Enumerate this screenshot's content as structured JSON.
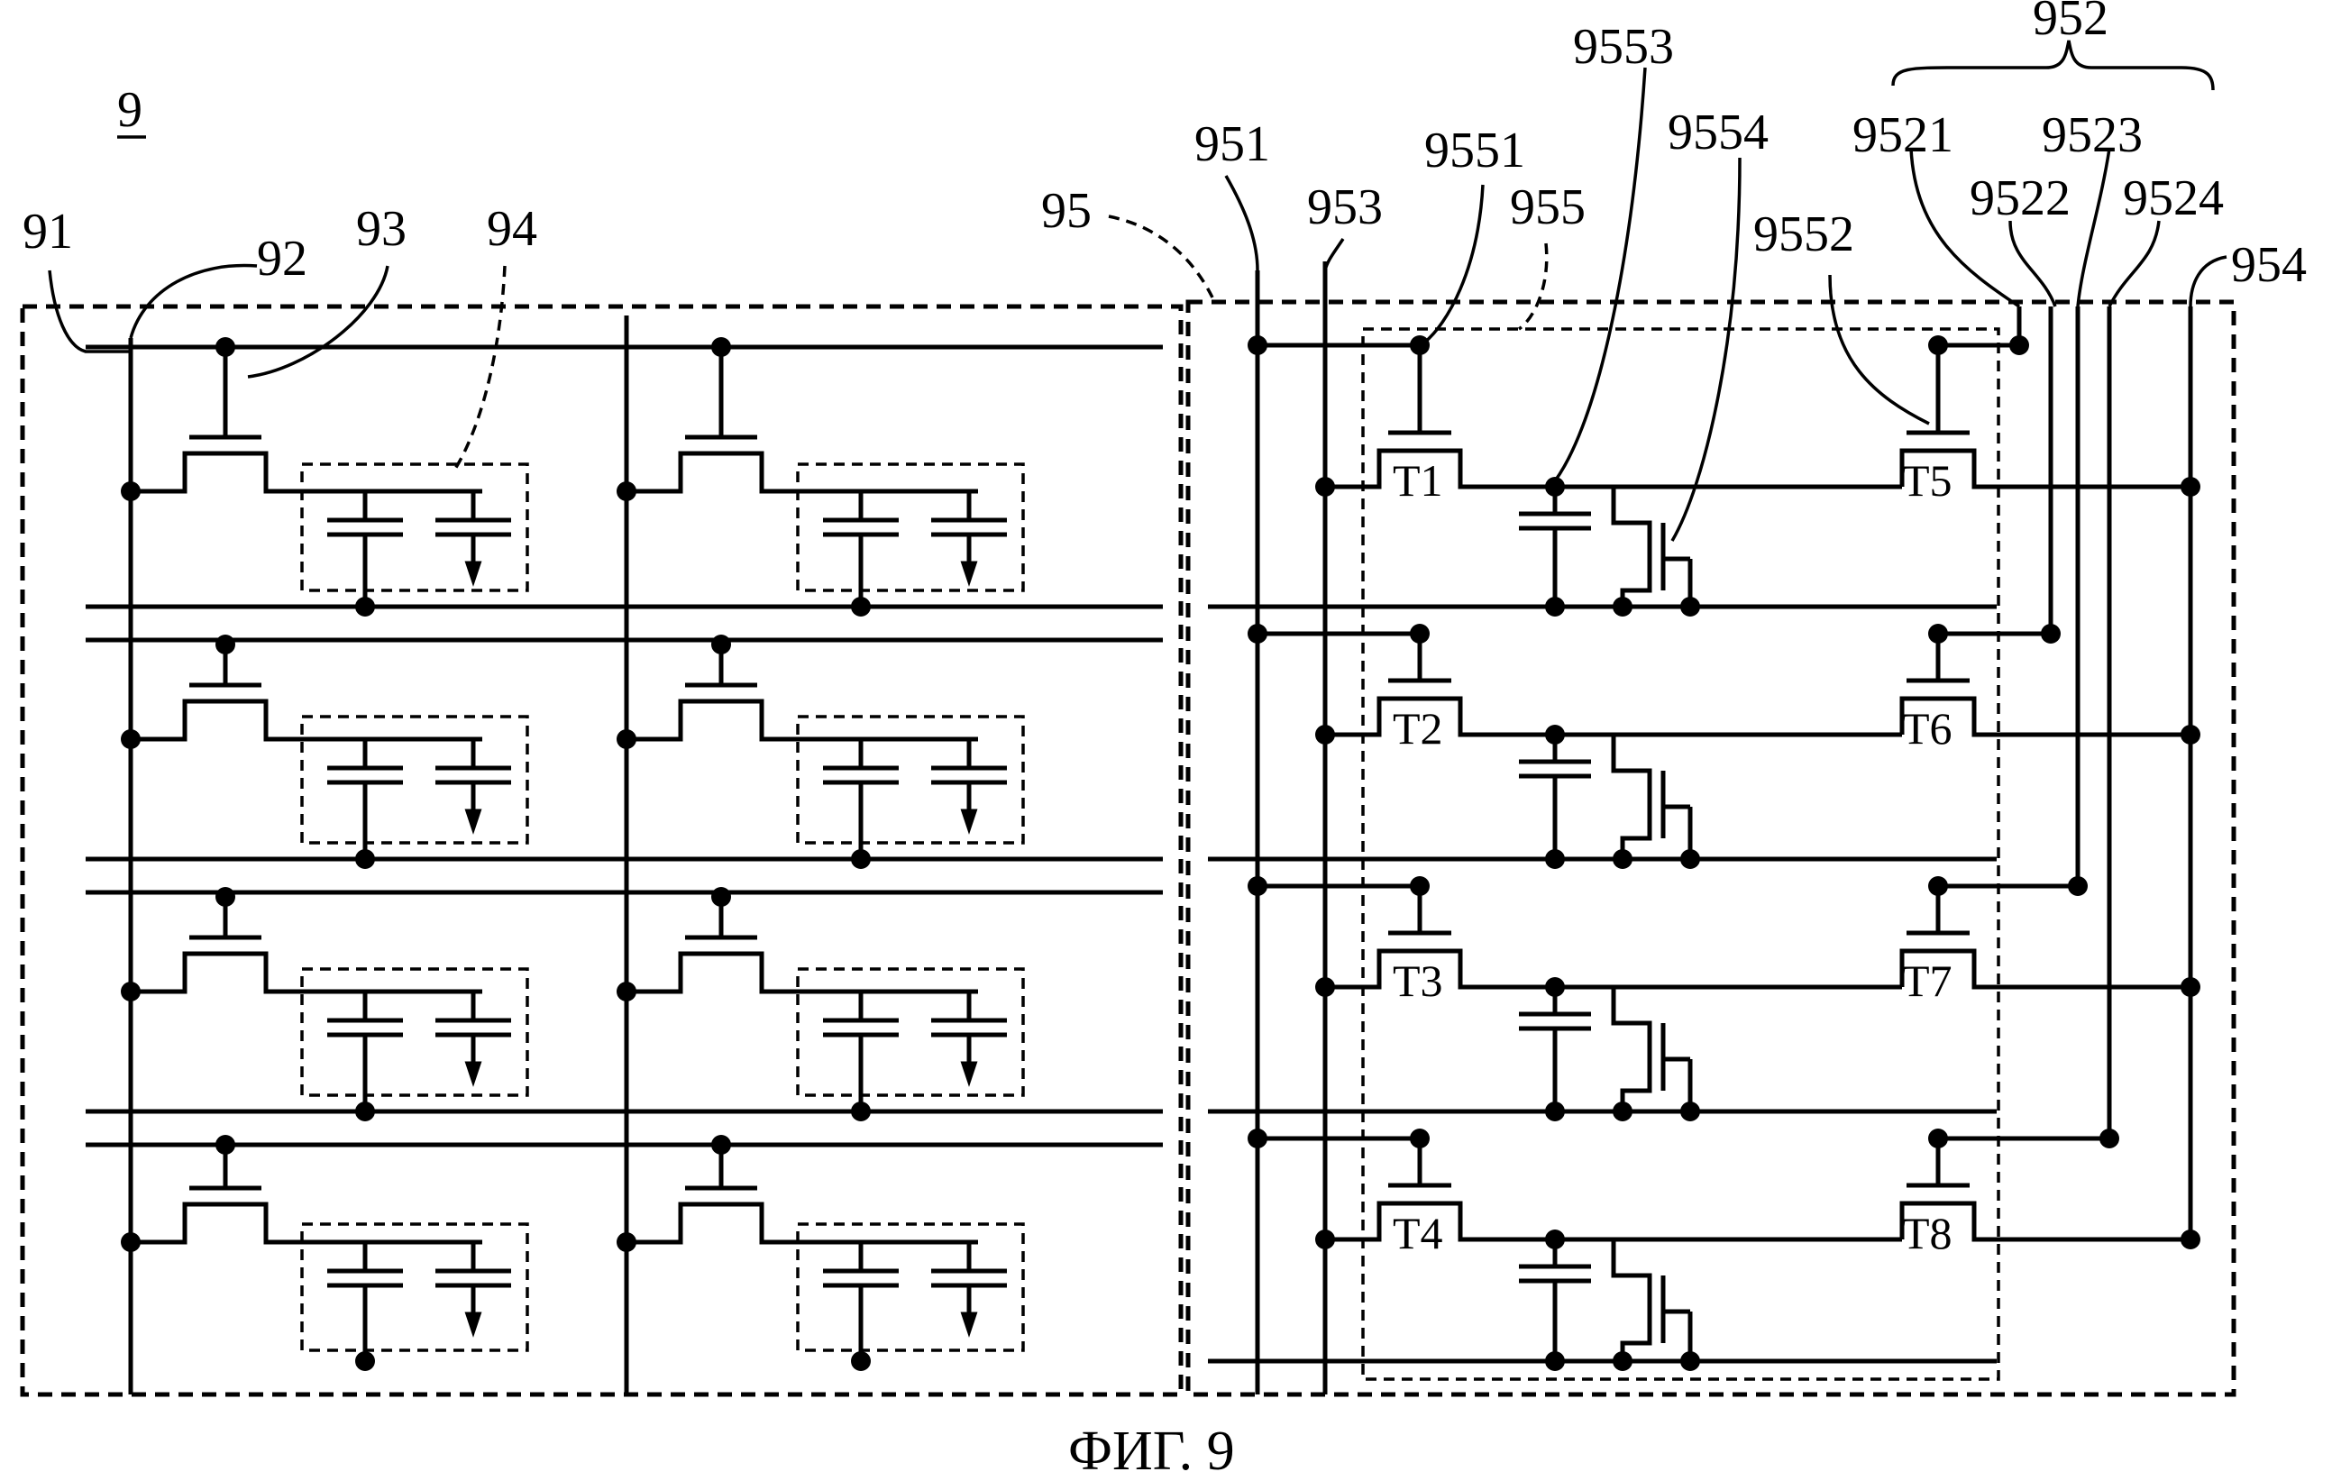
{
  "figure_number": "9",
  "caption": "ФИГ. 9",
  "labels": {
    "l91": "91",
    "l92": "92",
    "l93": "93",
    "l94": "94",
    "l95": "95",
    "l951": "951",
    "l952": "952",
    "l953": "953",
    "l954": "954",
    "l955": "955",
    "l9521": "9521",
    "l9522": "9522",
    "l9523": "9523",
    "l9524": "9524",
    "l9551": "9551",
    "l9552": "9552",
    "l9553": "9553",
    "l9554": "9554"
  },
  "transistors": {
    "left": [
      "T1",
      "T2",
      "T3",
      "T4"
    ],
    "right": [
      "T5",
      "T6",
      "T7",
      "T8"
    ]
  }
}
